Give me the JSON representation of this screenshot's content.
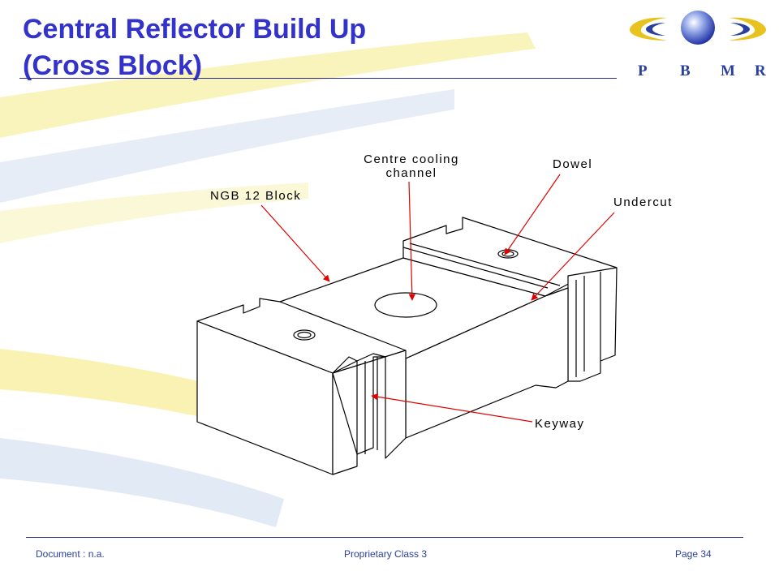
{
  "slide": {
    "title_line_1": "Central Reflector Build Up",
    "title_line_2": "(Cross Block)"
  },
  "logo": {
    "letters": [
      "P",
      "B",
      "M",
      "R"
    ]
  },
  "callouts": {
    "centre_line_1": "Centre cooling",
    "centre_line_2": "channel",
    "dowel": "Dowel",
    "ngb_block": "NGB 12 Block",
    "undercut": "Undercut",
    "keyway": "Keyway"
  },
  "footer": {
    "document": "Document : n.a.",
    "classification": "Proprietary Class 3",
    "page": "Page 34"
  },
  "colors": {
    "title": "#3333cc",
    "footer_text": "#2b3f9e",
    "arrow": "#e00000",
    "swoosh_yellow": "#f7f0a0",
    "swoosh_blue": "#dde6f3"
  }
}
